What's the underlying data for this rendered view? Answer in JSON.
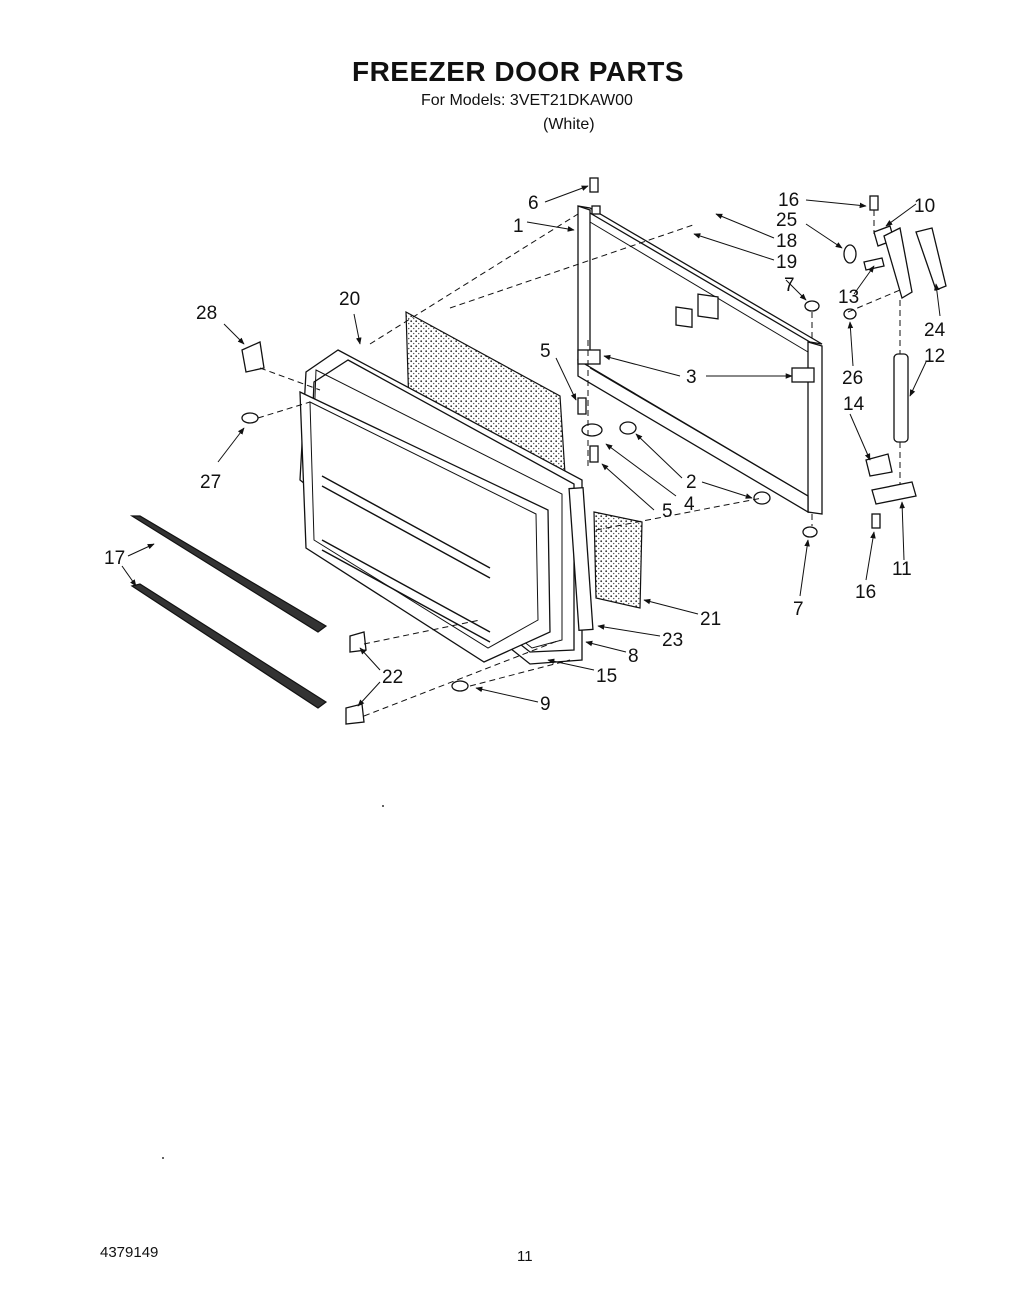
{
  "header": {
    "title": "FREEZER DOOR PARTS",
    "models": "For Models: 3VET21DKAW00",
    "variant": "(White)"
  },
  "callouts": [
    "1",
    "2",
    "3",
    "4",
    "5",
    "5",
    "6",
    "7",
    "7",
    "8",
    "9",
    "10",
    "11",
    "12",
    "13",
    "14",
    "15",
    "16",
    "16",
    "17",
    "18",
    "19",
    "20",
    "21",
    "22",
    "23",
    "24",
    "25",
    "26",
    "27",
    "28"
  ],
  "footer": {
    "part_number": "4379149",
    "page": "11"
  }
}
